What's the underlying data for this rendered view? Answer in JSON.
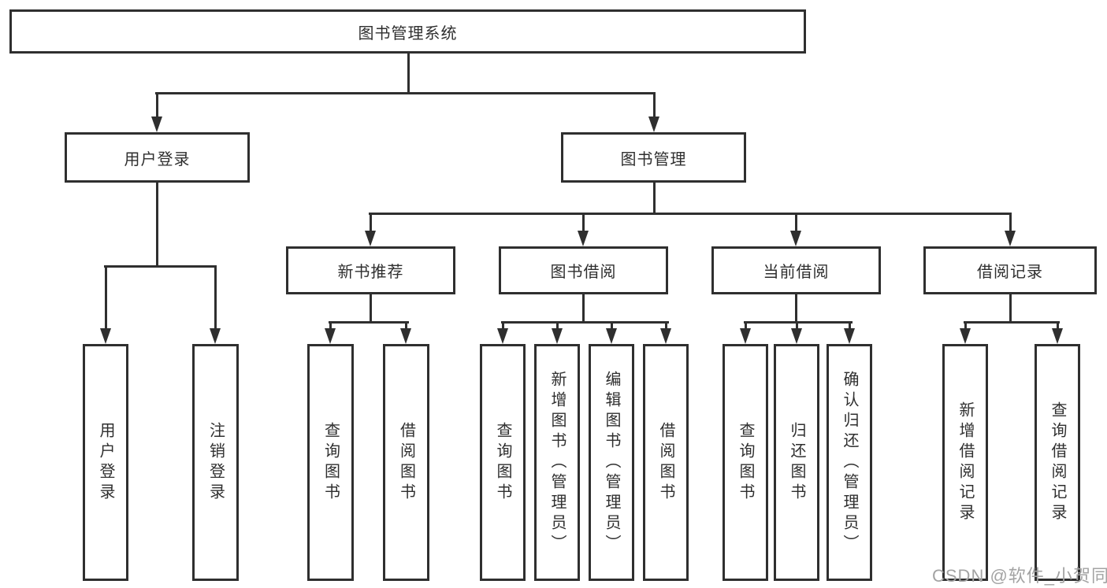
{
  "tree": {
    "label": "图书管理系统",
    "children": [
      {
        "label": "用户登录",
        "children": [
          {
            "label": "用户登录"
          },
          {
            "label": "注销登录"
          }
        ]
      },
      {
        "label": "图书管理",
        "children": [
          {
            "label": "新书推荐",
            "children": [
              {
                "label": "查询图书"
              },
              {
                "label": "借阅图书"
              }
            ]
          },
          {
            "label": "图书借阅",
            "children": [
              {
                "label": "查询图书"
              },
              {
                "label": "新增图书（管理员）"
              },
              {
                "label": "编辑图书（管理员）"
              },
              {
                "label": "借阅图书"
              }
            ]
          },
          {
            "label": "当前借阅",
            "children": [
              {
                "label": "查询图书"
              },
              {
                "label": "归还图书"
              },
              {
                "label": "确认归还（管理员）"
              }
            ]
          },
          {
            "label": "借阅记录",
            "children": [
              {
                "label": "新增借阅记录"
              },
              {
                "label": "查询借阅记录"
              }
            ]
          }
        ]
      }
    ]
  },
  "watermark": {
    "text": "CSDN @软件_小贺同学"
  },
  "colors": {
    "line": "#2f2f2f",
    "text": "#2f2f2f",
    "watermark": "#a3a3a3",
    "bg": "#ffffff"
  }
}
